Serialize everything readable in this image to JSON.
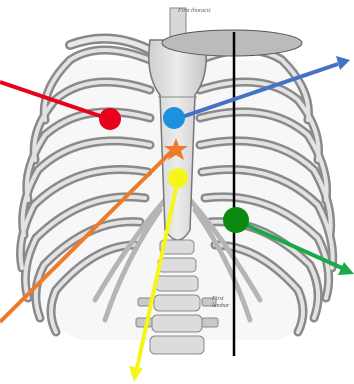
{
  "labels": {
    "top": "First thoracic",
    "bottom_line1": "First",
    "bottom_line2": "lumbar"
  },
  "markers": [
    {
      "name": "red-dot-marker",
      "shape": "circle",
      "color": "#e8001c"
    },
    {
      "name": "blue-dot-marker",
      "shape": "circle",
      "color": "#1e90e0"
    },
    {
      "name": "orange-star-marker",
      "shape": "star",
      "color": "#ee7a2c"
    },
    {
      "name": "yellow-dot-marker",
      "shape": "circle",
      "color": "#f5f51a"
    },
    {
      "name": "green-dot-marker",
      "shape": "circle",
      "color": "#0a8a12"
    }
  ],
  "arrows": [
    {
      "name": "red-arrow",
      "color": "#e8001c"
    },
    {
      "name": "blue-arrow",
      "color": "#4472c4"
    },
    {
      "name": "orange-arrow",
      "color": "#ee7a2c"
    },
    {
      "name": "yellow-arrow",
      "color": "#f5f51a"
    },
    {
      "name": "green-arrow",
      "color": "#1aa84a"
    }
  ],
  "overlays": {
    "ellipse_color": "#bbbbbb",
    "vertical_line_color": "#000000"
  }
}
